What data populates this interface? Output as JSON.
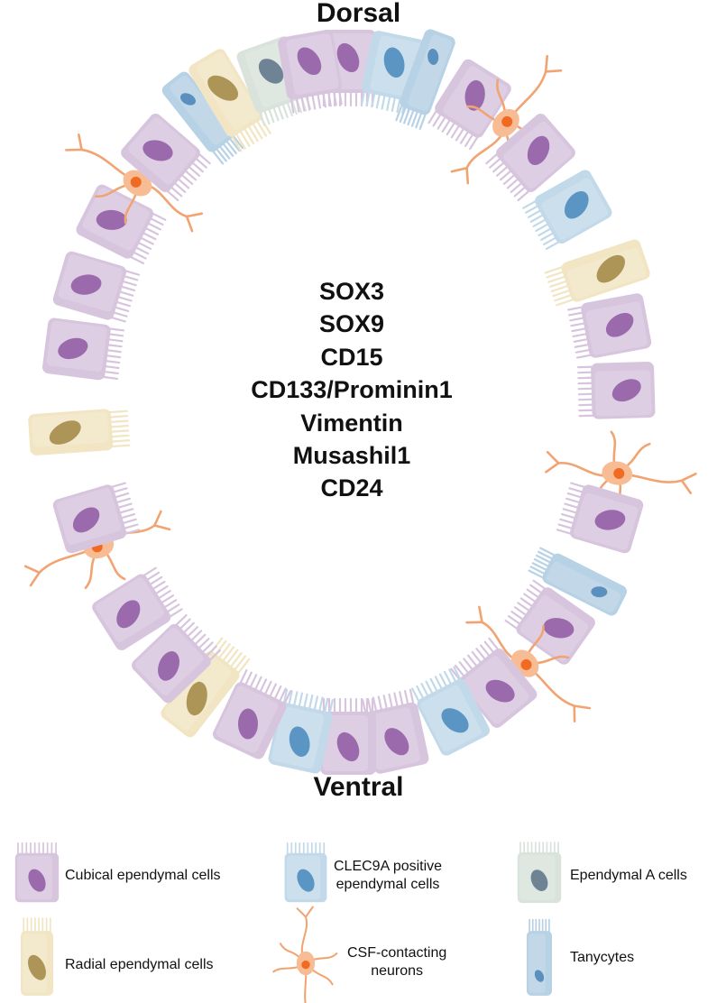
{
  "orientation": {
    "top": "Dorsal",
    "bottom": "Ventral"
  },
  "markers": [
    "SOX3",
    "SOX9",
    "CD15",
    "CD133/Prominin1",
    "Vimentin",
    "Musashil1",
    "CD24"
  ],
  "legend": [
    {
      "type": "cubical",
      "label": "Cubical ependymal cells"
    },
    {
      "type": "clec9a",
      "label_line1": "CLEC9A positive",
      "label_line2": "ependymal cells"
    },
    {
      "type": "epA",
      "label": "Ependymal A cells"
    },
    {
      "type": "radial",
      "label": "Radial ependymal cells"
    },
    {
      "type": "csf",
      "label_line1": "CSF-contacting",
      "label_line2": "neurons"
    },
    {
      "type": "tany",
      "label": "Tanycytes"
    }
  ],
  "colors": {
    "cubical_body": "#d7c5de",
    "cubical_nucleus": "#9a6aac",
    "clec9a_body": "#c2d9e9",
    "clec9a_nucleus": "#5a95c4",
    "epA_body": "#d9e3dc",
    "epA_nucleus": "#6e8494",
    "radial_body": "#f1e5c3",
    "radial_nucleus": "#ad9557",
    "tany_body": "#b7d1e5",
    "tany_nucleus": "#5a8fbe",
    "csf_body": "#f7bc94",
    "csf_nucleus": "#f06a22",
    "csf_process": "#f1a472"
  },
  "ring": [
    {
      "a": 90,
      "t": "cubical"
    },
    {
      "a": 80.5,
      "t": "clec9a"
    },
    {
      "a": 73.5,
      "t": "tany"
    },
    {
      "a": 63,
      "t": "cubical"
    },
    {
      "a": 55,
      "t": "csf"
    },
    {
      "a": 47,
      "t": "cubical"
    },
    {
      "a": 35,
      "t": "clec9a"
    },
    {
      "a": 22.5,
      "t": "radial"
    },
    {
      "a": 13,
      "t": "cubical"
    },
    {
      "a": 2,
      "t": "cubical"
    },
    {
      "a": -12,
      "t": "csf"
    },
    {
      "a": -20,
      "t": "cubical"
    },
    {
      "a": -32,
      "t": "tany"
    },
    {
      "a": -41,
      "t": "cubical"
    },
    {
      "a": -50,
      "t": "csf"
    },
    {
      "a": -57,
      "t": "cubical"
    },
    {
      "a": -67.5,
      "t": "clec9a"
    },
    {
      "a": -80,
      "t": "cubical"
    },
    {
      "a": -90,
      "t": "cubical"
    },
    {
      "a": -100,
      "t": "clec9a"
    },
    {
      "a": -111,
      "t": "cubical"
    },
    {
      "a": -122,
      "t": "radial"
    },
    {
      "a": -130,
      "t": "cubical"
    },
    {
      "a": -142,
      "t": "cubical"
    },
    {
      "a": -155,
      "t": "csf"
    },
    {
      "a": -160,
      "t": "cubical"
    },
    {
      "a": -175,
      "t": "radial"
    },
    {
      "a": 171,
      "t": "cubical"
    },
    {
      "a": 160,
      "t": "cubical"
    },
    {
      "a": 148,
      "t": "cubical"
    },
    {
      "a": 140,
      "t": "csf"
    },
    {
      "a": 133,
      "t": "cubical"
    },
    {
      "a": 122.5,
      "t": "tany"
    },
    {
      "a": 116,
      "t": "radial"
    },
    {
      "a": 106,
      "t": "epA"
    },
    {
      "a": 98,
      "t": "cubical"
    }
  ]
}
